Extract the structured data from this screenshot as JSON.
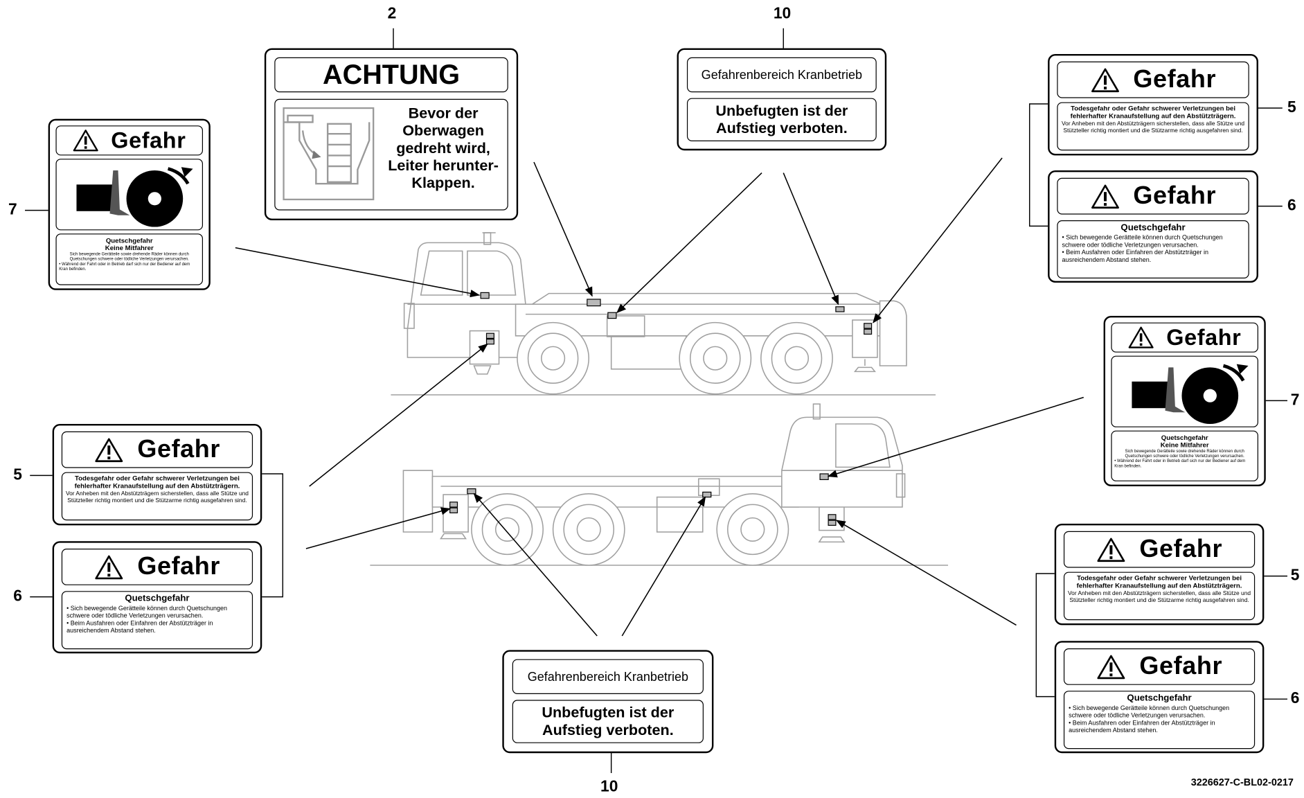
{
  "labels": {
    "warn_achtung": {
      "number": "2",
      "title": "ACHTUNG",
      "text": "Bevor der Oberwagen gedreht wird, Leiter herunter-Klappen."
    },
    "access": {
      "number": "10",
      "heading": "Gefahrenbereich Kranbetrieb",
      "text": "Unbefugten ist der Aufstieg verboten."
    },
    "gefahr_outrigger": {
      "number": "5",
      "title": "Gefahr",
      "bold_text": "Todesgefahr oder Gefahr schwerer Verletzungen bei fehlerhafter Kranaufstellung auf den Abstützträgern.",
      "text": "Vor Anheben mit den Abstützträgern sicherstellen, dass alle Stütze und Stützteller richtig montiert und die Stützarme richtig ausgefahren sind."
    },
    "gefahr_crush": {
      "number": "6",
      "title": "Gefahr",
      "subtitle": "Quetschgefahr",
      "bullet1": "• Sich bewegende Gerätteile können durch Quetschungen schwere oder tödliche Verletzungen verursachen.",
      "bullet2": "• Beim Ausfahren oder Einfahren der Abstützträger in ausreichendem Abstand stehen."
    },
    "gefahr_passenger": {
      "number": "7",
      "title": "Gefahr",
      "subtitle": "Quetschgefahr",
      "subtitle2": "Keine Mitfahrer",
      "text": "Sich bewegende Gerätteile sowie drehende Räder können durch Quetschungen schwere oder tödliche Verletzungen verursachen.",
      "bullet": "• Während der Fahrt oder in Betrieb darf sich nur der Bediener auf dem Kran befinden."
    }
  },
  "icons": {
    "warning": "warning-triangle-icon",
    "crush": "crush-hazard-roller-icon",
    "ladder": "ladder-fold-icon"
  },
  "doc_id": "3226627-C-BL02-0217",
  "colors": {
    "line": "#000000",
    "vehicle": "#9a9a9a",
    "decal": "#b8b8b8"
  }
}
